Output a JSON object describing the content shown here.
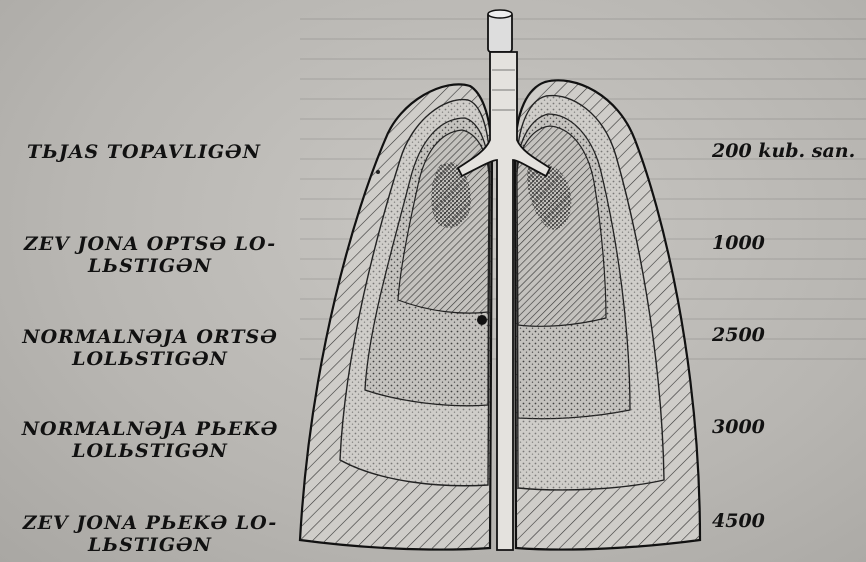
{
  "labels": [
    {
      "lines": [
        "TЬJAS TOPAVLIGƏN"
      ],
      "value": "200 kub. san."
    },
    {
      "lines": [
        "ZEV JONA OPTSƏ LO-",
        "LЬSTIGƏN"
      ],
      "value": "1000"
    },
    {
      "lines": [
        "NORMALNƏJA ORTSƏ",
        "LOLЬSTIGƏN"
      ],
      "value": "2500"
    },
    {
      "lines": [
        "NORMALNƏJA PЬEKƏ",
        "LOLЬSTIGƏN"
      ],
      "value": "3000"
    },
    {
      "lines": [
        "ZEV JONA PЬEKƏ LO-",
        "LЬSTIGƏN"
      ],
      "value": "4500"
    }
  ],
  "colors": {
    "ink": "#111111",
    "paper": "#bdbbb7",
    "lung": "#cfcdc9"
  }
}
